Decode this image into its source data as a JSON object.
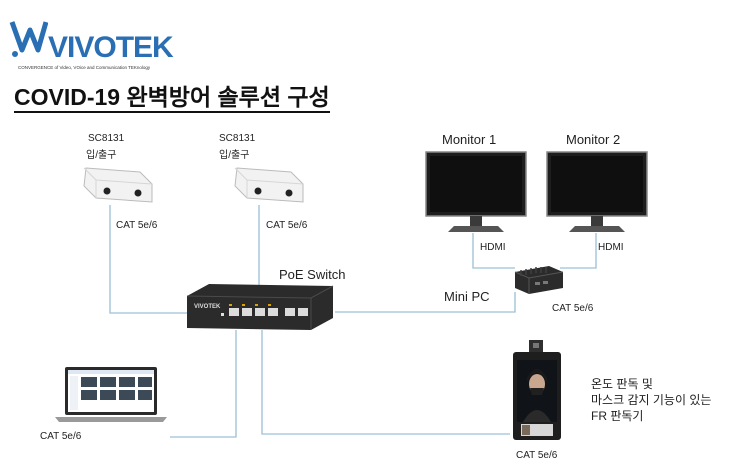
{
  "brand": {
    "name": "VIVOTEK",
    "tagline": "CONVERGENCE of Video, VOice and Communication TEKnology",
    "logo_color": "#2a6fb3"
  },
  "title": "COVID-19 완벽방어 솔루션 구성",
  "cameras": [
    {
      "model": "SC8131",
      "role": "입/출구",
      "cable": "CAT 5e/6"
    },
    {
      "model": "SC8131",
      "role": "입/출구",
      "cable": "CAT 5e/6"
    }
  ],
  "monitors": [
    {
      "name": "Monitor 1",
      "cable": "HDMI"
    },
    {
      "name": "Monitor 2",
      "cable": "HDMI"
    }
  ],
  "switch": {
    "label": "PoE Switch",
    "brand_on_device": "VIVOTEK"
  },
  "mini_pc": {
    "label": "Mini PC",
    "cable": "CAT 5e/6"
  },
  "laptop": {
    "cable": "CAT 5e/6"
  },
  "fr_terminal": {
    "cable": "CAT 5e/6",
    "description_lines": [
      "온도 판독 및",
      "마스크 감지 기능이 있는",
      "FR 판독기"
    ]
  },
  "colors": {
    "line": "#9cc0d6",
    "device_dark": "#2b2b2b",
    "accent": "#2a6fb3"
  }
}
